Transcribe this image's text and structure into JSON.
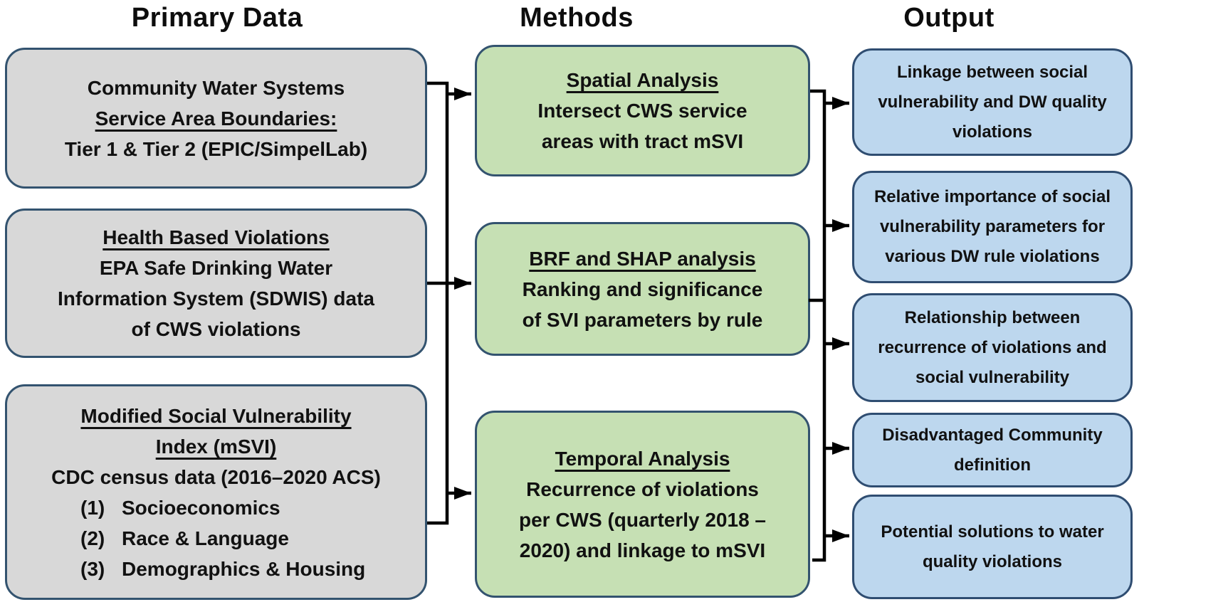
{
  "figure": {
    "type": "flow-diagram",
    "columns": {
      "primary": {
        "header": "Primary Data",
        "boxes": [
          {
            "lines": [
              "Community Water Systems",
              "Service Area Boundaries:",
              "Tier 1 & Tier 2 (EPIC/SimpelLab)"
            ]
          },
          {
            "lines": [
              "Health Based Violations",
              "EPA Safe Drinking Water",
              "Information System (SDWIS) data",
              "of CWS violations"
            ]
          },
          {
            "lines": [
              "Modified Social Vulnerability",
              "Index (mSVI)",
              "CDC census data (2016–2020 ACS)"
            ],
            "items": [
              {
                "num": "(1)",
                "label": "Socioeconomics"
              },
              {
                "num": "(2)",
                "label": "Race & Language"
              },
              {
                "num": "(3)",
                "label": "Demographics & Housing"
              }
            ]
          }
        ]
      },
      "methods": {
        "header": "Methods",
        "boxes": [
          {
            "lines": [
              "Spatial Analysis",
              "Intersect CWS service",
              "areas with tract mSVI"
            ]
          },
          {
            "lines": [
              "BRF and SHAP analysis",
              "Ranking and significance",
              "of SVI parameters by rule"
            ]
          },
          {
            "lines": [
              "Temporal Analysis",
              "Recurrence of violations",
              "per CWS (quarterly 2018 –",
              "2020) and linkage to mSVI"
            ]
          }
        ]
      },
      "output": {
        "header": "Output",
        "boxes": [
          {
            "lines": [
              "Linkage between social",
              "vulnerability and DW quality",
              "violations"
            ]
          },
          {
            "lines": [
              "Relative importance of social",
              "vulnerability parameters for",
              "various DW rule violations"
            ]
          },
          {
            "lines": [
              "Relationship between",
              "recurrence of violations and",
              "social vulnerability"
            ]
          },
          {
            "lines": [
              "Disadvantaged Community",
              "definition"
            ]
          },
          {
            "lines": [
              "Potential solutions to water",
              "quality violations"
            ]
          }
        ]
      }
    },
    "colors": {
      "primary_box_fill": "#d8d8d8",
      "methods_box_fill": "#c6e0b4",
      "output_box_fill": "#bdd7ee",
      "box_border": "#33536f",
      "arrow": "#000000",
      "text": "#111111",
      "background": "#ffffff"
    }
  }
}
